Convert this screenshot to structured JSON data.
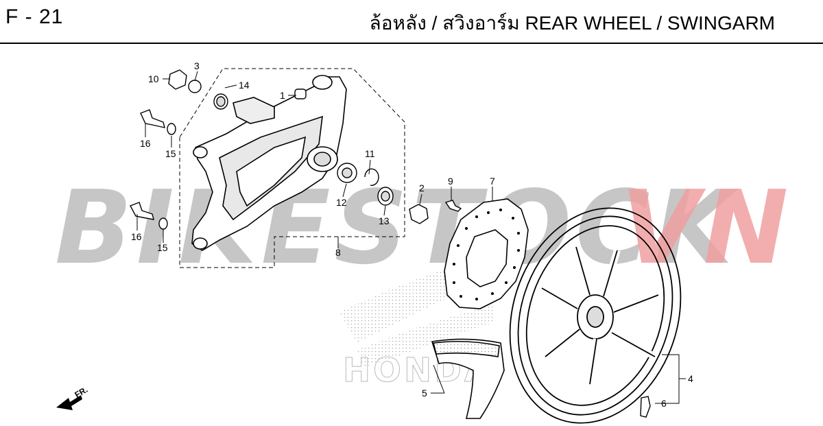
{
  "header": {
    "code": "F - 21",
    "title": "ล้อหลัง / สวิงอาร์ม  REAR WHEEL / SWINGARM"
  },
  "watermark": {
    "part1": "BIKESTOCK",
    "part2": "VN",
    "color1": "#b9b9b9",
    "color2": "#f0a0a0"
  },
  "brand_mark": "HONDA",
  "direction": "FR.",
  "callouts": {
    "c1": "1",
    "c2": "2",
    "c3": "3",
    "c4": "4",
    "c5": "5",
    "c6": "6",
    "c7": "7",
    "c8": "8",
    "c9": "9",
    "c10": "10",
    "c11": "11",
    "c12": "12",
    "c13": "13",
    "c14": "14",
    "c15a": "15",
    "c15b": "15",
    "c16a": "16",
    "c16b": "16"
  }
}
